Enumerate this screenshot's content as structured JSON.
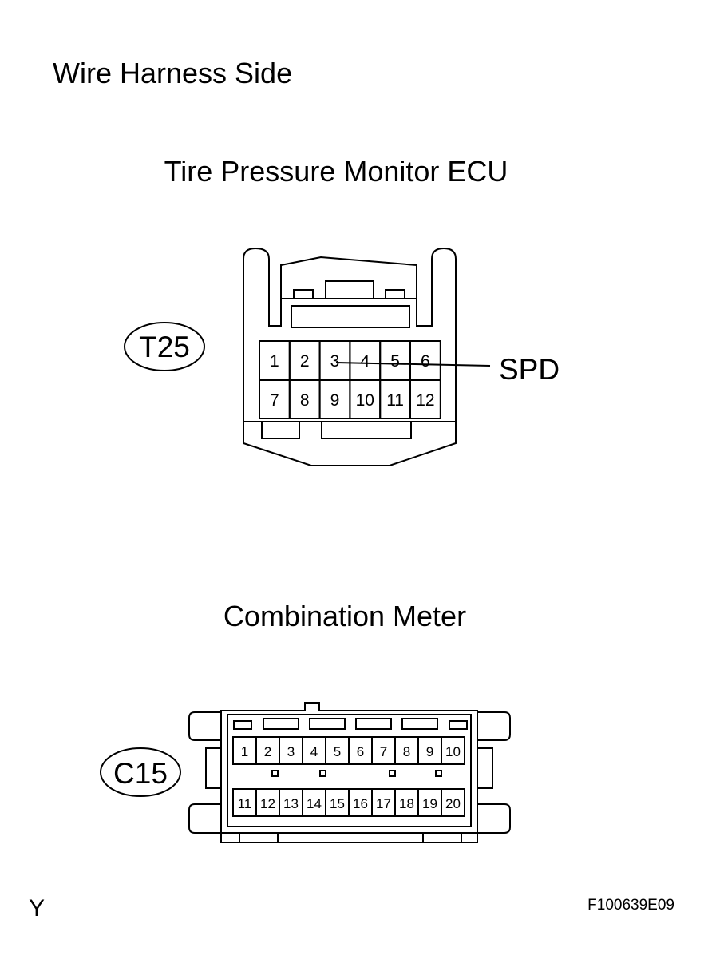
{
  "header": {
    "title": "Wire Harness Side"
  },
  "connector_1": {
    "component": "Tire Pressure Monitor ECU",
    "code": "T25",
    "pins_row1": [
      "1",
      "2",
      "3",
      "4",
      "5",
      "6"
    ],
    "pins_row2": [
      "7",
      "8",
      "9",
      "10",
      "11",
      "12"
    ],
    "terminal_label": "SPD"
  },
  "connector_2": {
    "component": "Combination Meter",
    "code": "C15",
    "pins_row1": [
      "1",
      "2",
      "3",
      "4",
      "5",
      "6",
      "7",
      "8",
      "9",
      "10"
    ],
    "pins_row2": [
      "11",
      "12",
      "13",
      "14",
      "15",
      "16",
      "17",
      "18",
      "19",
      "20"
    ]
  },
  "footer": {
    "left_mark": "Y",
    "figure_id": "F100639E09"
  }
}
